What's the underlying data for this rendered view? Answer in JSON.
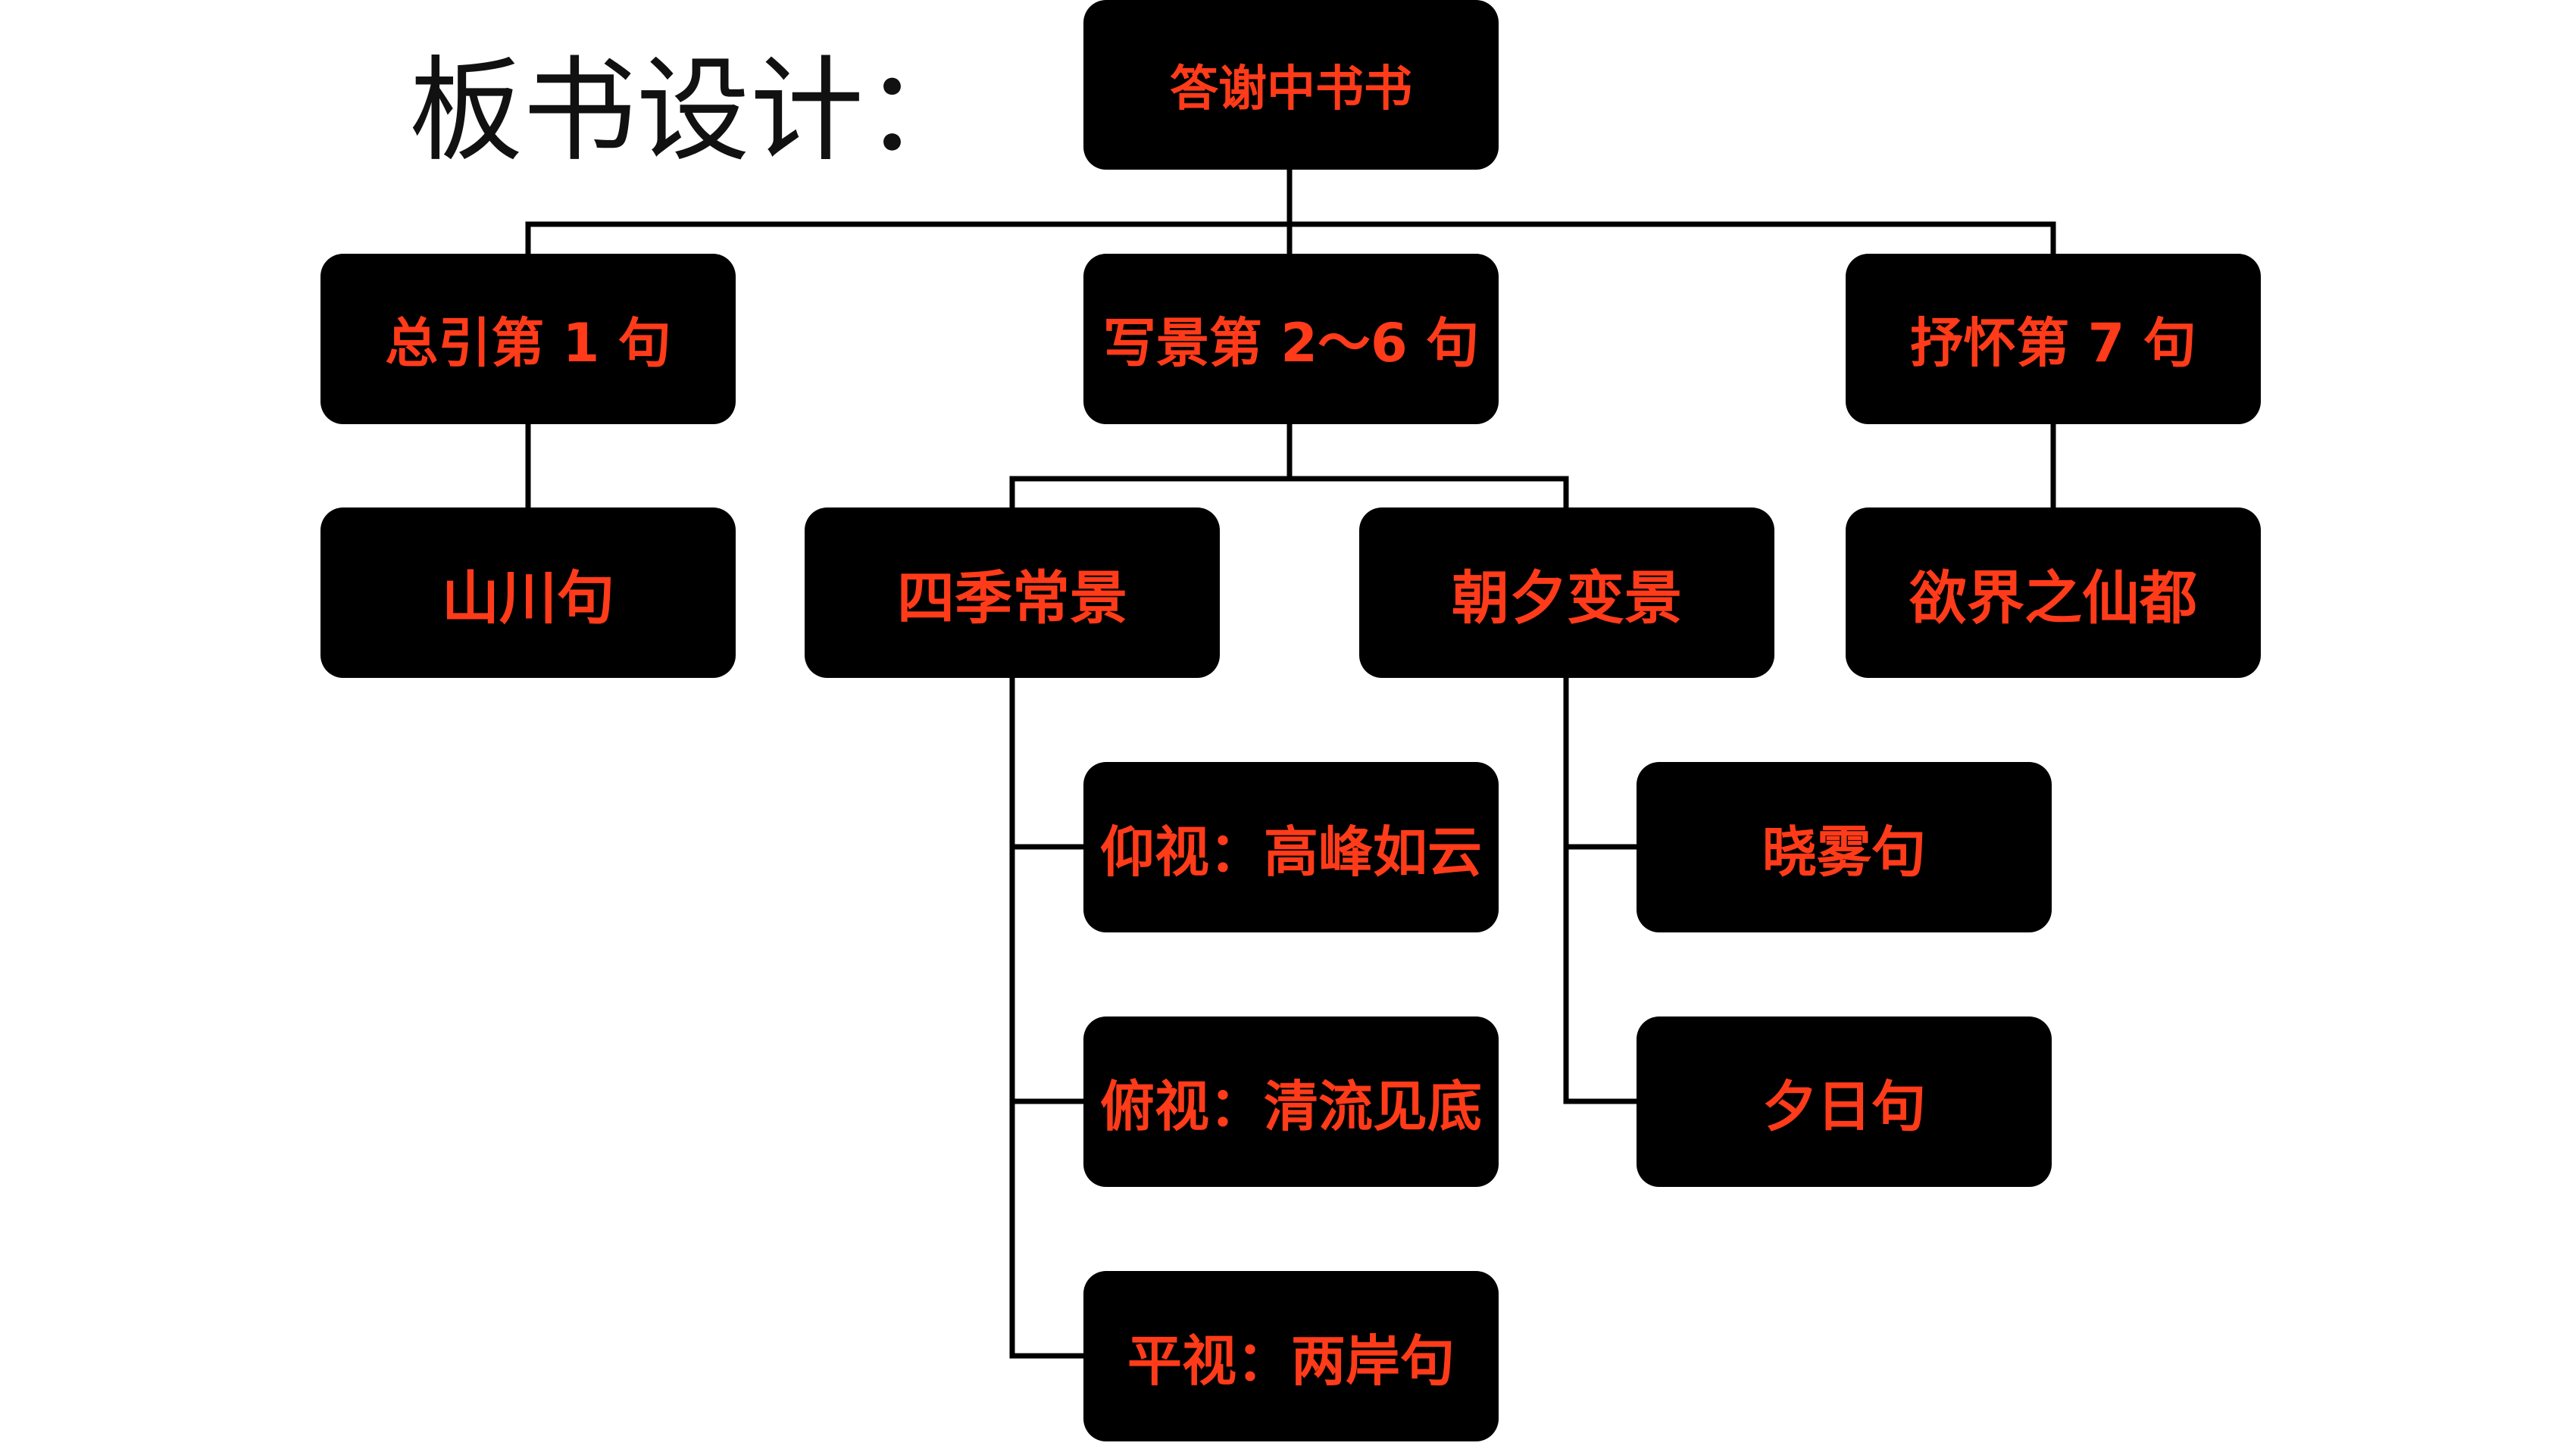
{
  "page_title": "板书设计：",
  "colors": {
    "box_fill": "#000000",
    "box_text": "#ff3b1a",
    "connector": "#000000",
    "background": "#ffffff",
    "title_text": "#111111"
  },
  "diagram": {
    "root": "答谢中书书",
    "sections": [
      {
        "label": "总引第 1 句",
        "children": [
          {
            "label": "山川句",
            "children": []
          }
        ]
      },
      {
        "label": "写景第 2～6 句",
        "children": [
          {
            "label": "四季常景",
            "children": [
              {
                "label": "仰视：高峰如云"
              },
              {
                "label": "俯视：清流见底"
              },
              {
                "label": "平视：两岸句"
              }
            ]
          },
          {
            "label": "朝夕变景",
            "children": [
              {
                "label": "晓雾句"
              },
              {
                "label": "夕日句"
              }
            ]
          }
        ]
      },
      {
        "label": "抒怀第 7 句",
        "children": [
          {
            "label": "欲界之仙都",
            "children": []
          }
        ]
      }
    ]
  }
}
